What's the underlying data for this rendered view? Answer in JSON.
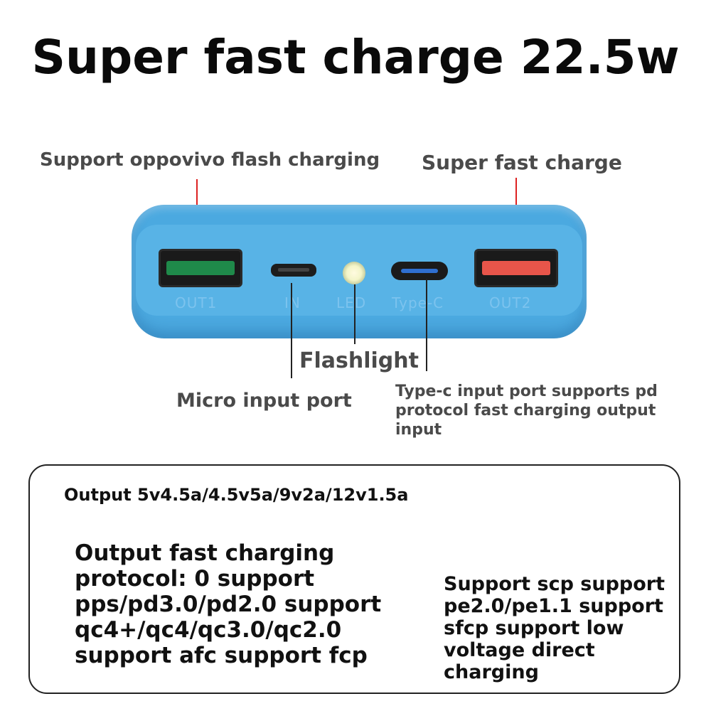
{
  "title": "Super fast charge 22.5w",
  "callouts": {
    "oppo_flash": "Support oppovivo flash charging",
    "super_fast": "Super fast charge",
    "flashlight": "Flashlight",
    "micro_input": "Micro input port",
    "typec_input": "Type-c input port supports pd protocol fast charging output input"
  },
  "device": {
    "color": "#4ba9e0",
    "ports": {
      "out1": "OUT1",
      "in": "IN",
      "led": "LED",
      "typec": "Type-C",
      "out2": "OUT2"
    },
    "out1_color": "#1f8a4a",
    "out2_color": "#e8554a"
  },
  "specs": {
    "output": "Output 5v4.5a/4.5v5a/9v2a/12v1.5a",
    "protocols_left": "Output fast charging protocol: 0 support pps/pd3.0/pd2.0 support qc4+/qc4/qc3.0/qc2.0 support afc support fcp",
    "protocols_right": "Support scp support pe2.0/pe1.1 support sfcp support low voltage direct charging"
  }
}
